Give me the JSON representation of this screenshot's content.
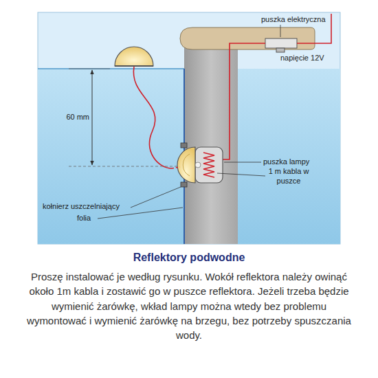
{
  "diagram": {
    "title": "Reflektory podwodne",
    "caption": "Proszę instalować je według rysunku. Wokół reflektora należy owinąć około 1m kabla i zostawić go w puszce reflektora. Jeżeli trzeba będzie wymienić żarówkę, wkład lampy można wtedy bez problemu wymontować i wymienić żarówkę na brzegu, bez potrzeby spuszczania wody.",
    "labels": [
      "puszka elektryczna",
      "napięcie 12V",
      "60 mm",
      "puszka lampy",
      "1 m kabla w puszce",
      "kołnierz uszczelniający",
      "folia"
    ]
  }
}
